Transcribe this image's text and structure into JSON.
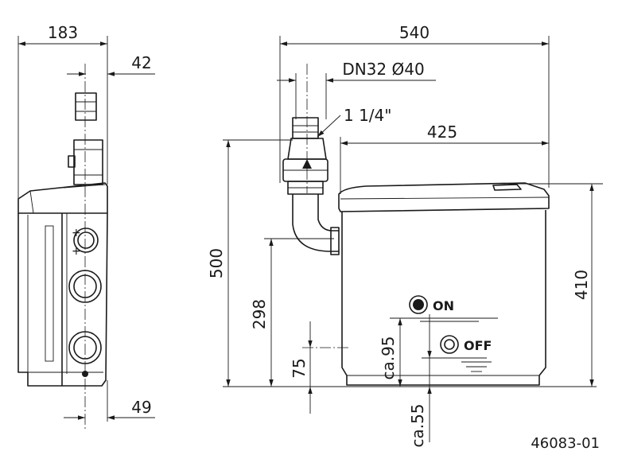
{
  "dimensions": {
    "side_width": "183",
    "side_pipe": "42",
    "side_bottom": "49",
    "total_width": "540",
    "pipe_dn": "DN32 Ø40",
    "thread": "1 1/4\"",
    "tank_width": "425",
    "total_height": "500",
    "tank_height": "410",
    "inlet_height": "298",
    "low_height": "75",
    "switch_on_level": "ca.95",
    "switch_off_level": "ca.55"
  },
  "labels": {
    "on": "ON",
    "off": "OFF"
  },
  "drawing_number": "46083-01"
}
